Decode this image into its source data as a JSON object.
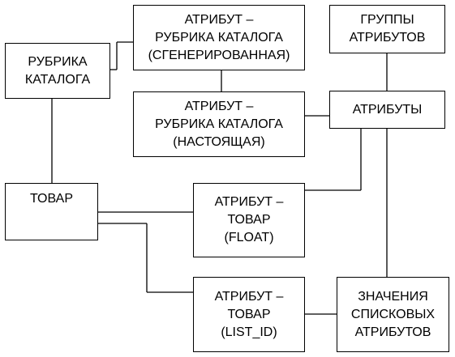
{
  "boxes": {
    "catalog_rubric": [
      "РУБРИКА",
      "КАТАЛОГА"
    ],
    "attr_rubric_generated": [
      "АТРИБУТ –",
      "РУБРИКА КАТАЛОГА",
      "(СГЕНЕРИРОВАННАЯ)"
    ],
    "attribute_groups": [
      "ГРУППЫ",
      "АТРИБУТОВ"
    ],
    "attr_rubric_real": [
      "АТРИБУТ –",
      "РУБРИКА КАТАЛОГА",
      "(НАСТОЯЩАЯ)"
    ],
    "attributes": [
      "АТРИБУТЫ"
    ],
    "product": [
      "ТОВАР"
    ],
    "attr_product_float": [
      "АТРИБУТ –",
      "ТОВАР",
      "(FLOAT)"
    ],
    "attr_product_list": [
      "АТРИБУТ –",
      "ТОВАР",
      "(LIST_ID)"
    ],
    "list_values": [
      "ЗНАЧЕНИЯ",
      "СПИСКОВЫХ",
      "АТРИБУТОВ"
    ]
  },
  "colors": {
    "line": "#000000",
    "background": "#ffffff"
  }
}
